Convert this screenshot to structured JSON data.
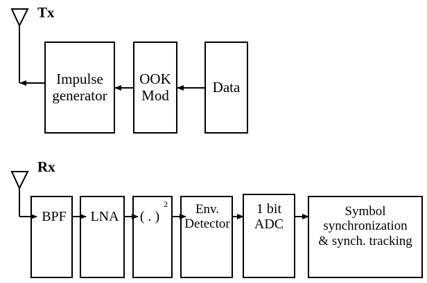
{
  "tx": {
    "label": "Tx",
    "blocks": {
      "impulse": "Impulse\ngenerator",
      "ook": "OOK\nMod",
      "data": "Data"
    }
  },
  "rx": {
    "label": "Rx",
    "blocks": {
      "bpf": "BPF",
      "lna": "LNA",
      "square": "( . )",
      "square_exp": "2",
      "env": "Env.\nDetector",
      "adc": "1 bit\nADC",
      "sync": "Symbol\nsynchronization\n& synch. tracking"
    }
  },
  "colors": {
    "ink": "#000000",
    "background": "#ffffff"
  }
}
